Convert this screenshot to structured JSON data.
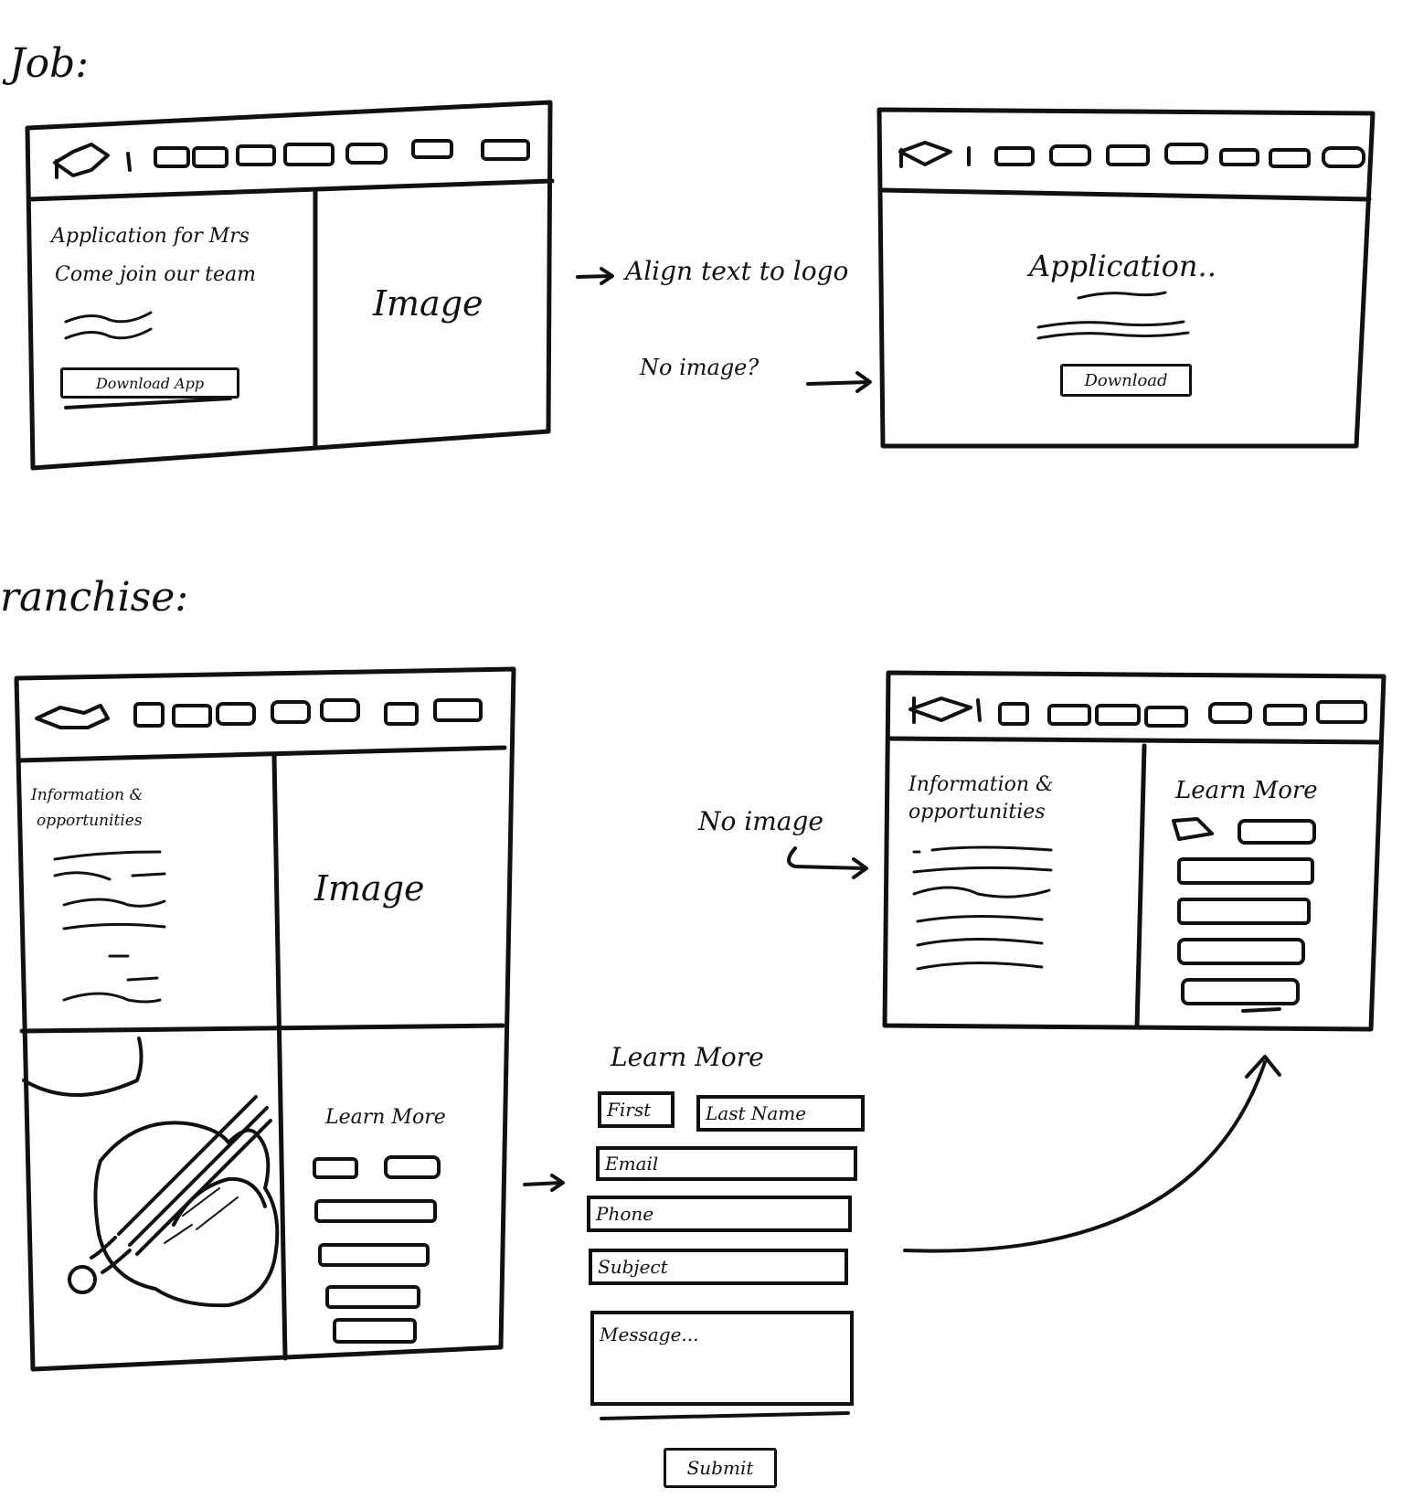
{
  "sections": {
    "job": "Job:",
    "franchise": "ranchise:"
  },
  "job_left": {
    "heading_line1": "Application for Mrs",
    "heading_line2": "Come join our team",
    "image_label": "Image",
    "button": "Download App"
  },
  "job_right": {
    "heading": "Application..",
    "button": "Download"
  },
  "notes": {
    "align": "Align text to logo",
    "no_image_1": "No image?",
    "no_image_2": "No image"
  },
  "franchise_left": {
    "info_line1": "Information &",
    "info_line2": "opportunities",
    "image_label": "Image",
    "learn_more": "Learn More"
  },
  "franchise_right": {
    "info_line1": "Information &",
    "info_line2": "opportunities",
    "learn_more": "Learn More"
  },
  "form": {
    "title": "Learn More",
    "first": "First",
    "last": "Last Name",
    "email": "Email",
    "phone": "Phone",
    "subject": "Subject",
    "message": "Message...",
    "submit": "Submit"
  }
}
